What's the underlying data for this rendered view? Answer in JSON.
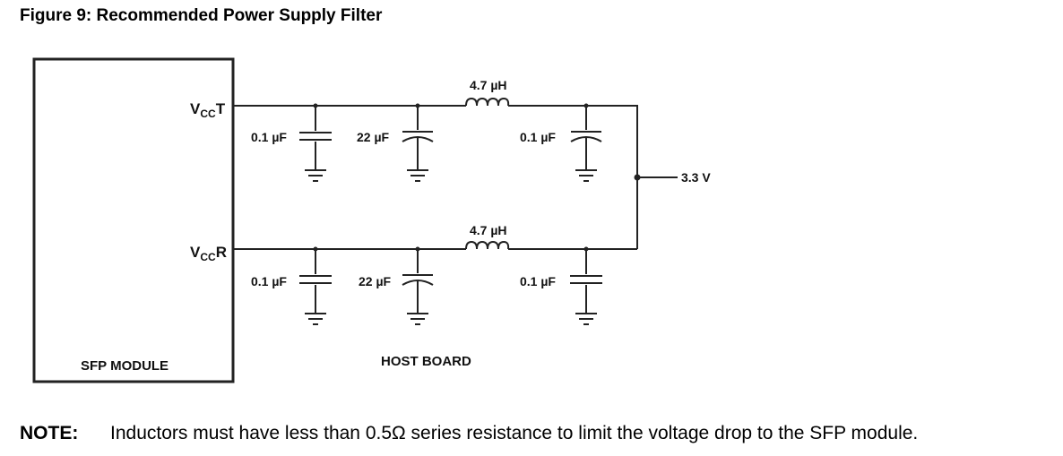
{
  "figure": {
    "title": "Figure 9:  Recommended Power Supply Filter"
  },
  "diagram": {
    "module_label": "SFP MODULE",
    "host_label": "HOST BOARD",
    "supply_label": "3.3 V",
    "pins": {
      "vcct": {
        "base": "V",
        "sub": "CC",
        "suffix": "T"
      },
      "vccr": {
        "base": "V",
        "sub": "CC",
        "suffix": "R"
      }
    },
    "top_rail": {
      "c1": "0.1 µF",
      "c2": "22 µF",
      "inductor": "4.7 µH",
      "c3": "0.1 µF"
    },
    "bottom_rail": {
      "c1": "0.1 µF",
      "c2": "22 µF",
      "inductor": "4.7 µH",
      "c3": "0.1 µF"
    }
  },
  "note": {
    "label": "NOTE:",
    "text": "Inductors must have less than 0.5Ω series resistance to limit the voltage drop to the SFP module."
  }
}
